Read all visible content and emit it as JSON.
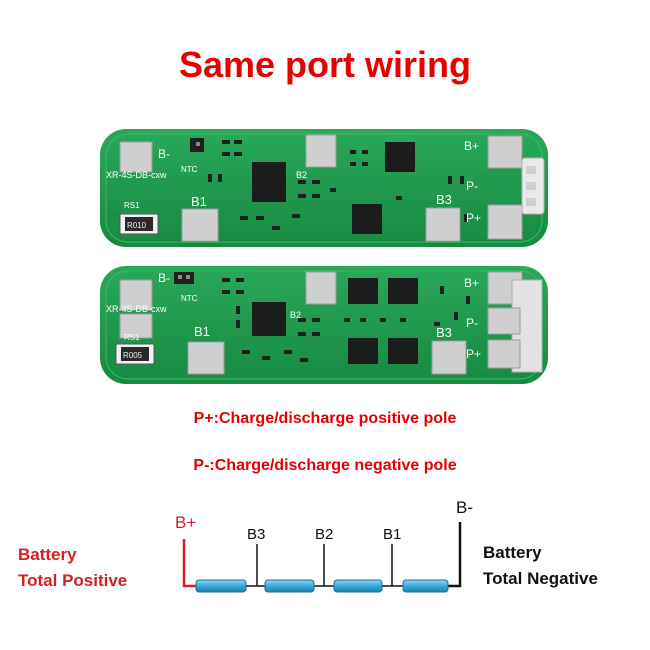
{
  "title": "Same port wiring",
  "board_top": {
    "markings": {
      "b_minus": "B-",
      "ntc": "NTC",
      "model": "XR-4S-DB-cxw",
      "b1": "B1",
      "b2": "B2",
      "b3": "B3",
      "b_plus": "B+",
      "p_minus": "P-",
      "p_plus": "P+",
      "rs1": "RS1",
      "r010": "R010"
    }
  },
  "board_bottom": {
    "markings": {
      "b_minus": "B-",
      "ntc": "NTC",
      "model": "XR-4S-DB-cxw",
      "b1": "B1",
      "b2": "B2",
      "b3": "B3",
      "b_plus": "B+",
      "p_minus": "P-",
      "p_plus": "P+",
      "rs1": "RS1",
      "r005": "R005"
    }
  },
  "legend": {
    "p_plus": "P+:Charge/discharge positive pole",
    "p_minus": "P-:Charge/discharge negative pole"
  },
  "diagram": {
    "left_line1": "Battery",
    "left_line2": "Total Positive",
    "right_line1": "Battery",
    "right_line2": "Total Negative",
    "b_plus": "B+",
    "b3": "B3",
    "b2": "B2",
    "b1": "B1",
    "b_minus": "B-"
  },
  "colors": {
    "title": "#e60000",
    "pcb": "#1f9d4e",
    "pad": "#c8c8c8",
    "cell": "#4ab3df",
    "positive_wire": "#d42020"
  }
}
